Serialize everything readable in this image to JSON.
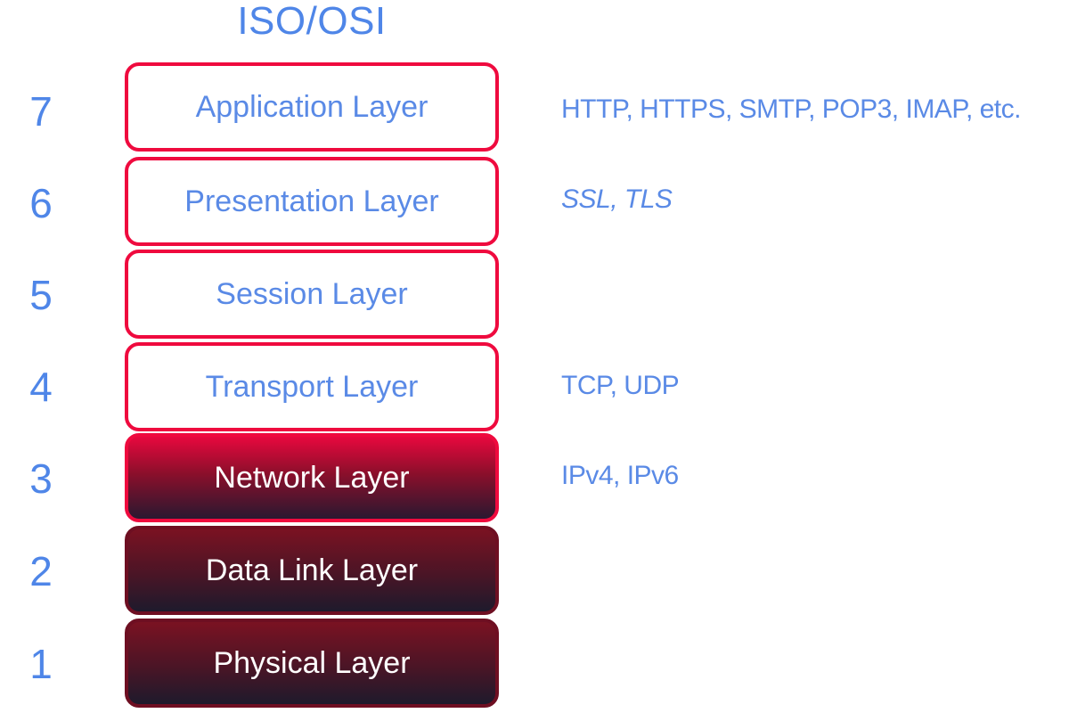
{
  "title": "ISO/OSI",
  "layers": [
    {
      "number": "7",
      "name": "Application Layer",
      "protocols": "HTTP, HTTPS, SMTP, POP3, IMAP, etc."
    },
    {
      "number": "6",
      "name": "Presentation Layer",
      "protocols": "SSL, TLS"
    },
    {
      "number": "5",
      "name": "Session Layer",
      "protocols": ""
    },
    {
      "number": "4",
      "name": "Transport Layer",
      "protocols": "TCP, UDP"
    },
    {
      "number": "3",
      "name": "Network Layer",
      "protocols": "IPv4, IPv6"
    },
    {
      "number": "2",
      "name": "Data Link Layer",
      "protocols": ""
    },
    {
      "number": "1",
      "name": "Physical Layer",
      "protocols": ""
    }
  ],
  "colors": {
    "accent_blue": "#4f86e8",
    "border_red": "#ef0a3e",
    "dark_layer": "#4a1526"
  }
}
